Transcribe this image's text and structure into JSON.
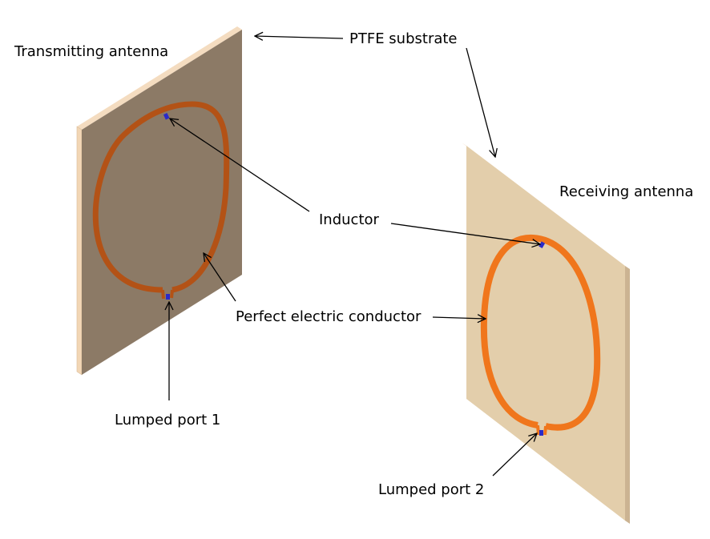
{
  "labels": {
    "transmitting_antenna": "Transmitting antenna",
    "ptfe_substrate": "PTFE substrate",
    "receiving_antenna": "Receiving antenna",
    "inductor": "Inductor",
    "perfect_electric_conductor": "Perfect electric conductor",
    "lumped_port_1": "Lumped port 1",
    "lumped_port_2": "Lumped port 2"
  },
  "colors": {
    "substrate_front_left": "#8c7a66",
    "substrate_front_right": "#e3ceab",
    "substrate_edge": "#f4dcc0",
    "substrate_edge_shadow": "#cbb392",
    "conductor_left": "#b35216",
    "conductor_right": "#f0761c",
    "lumped_element": "#2a2ac8",
    "leader_lines": "#000000"
  }
}
